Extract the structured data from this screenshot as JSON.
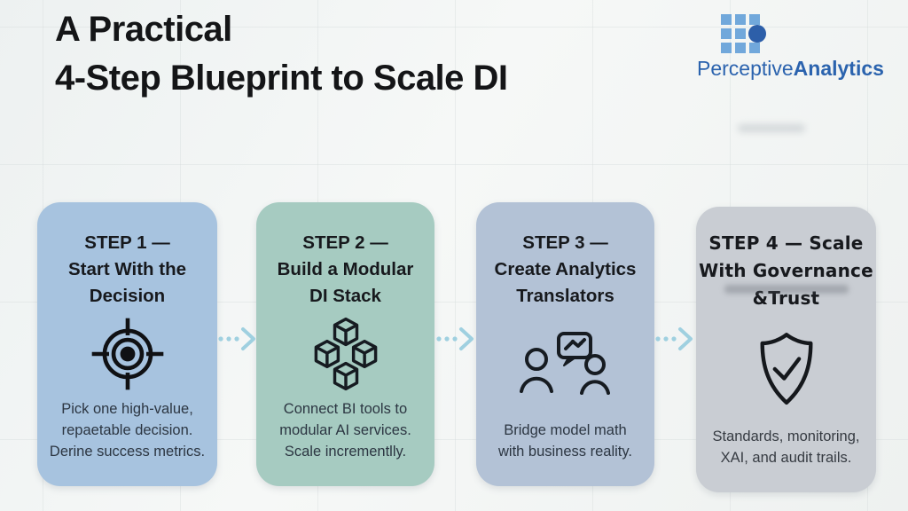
{
  "header": {
    "title": "A Practical\n4-Step Blueprint to Scale DI"
  },
  "logo": {
    "brand_regular": "Perceptive",
    "brand_bold": "Analytics",
    "text_color": "#2B63AE",
    "tile_color": "#71A8DB",
    "dot_color": "#2D5FA9"
  },
  "steps": [
    {
      "title": "STEP 1 —\nStart With the\nDecision",
      "icon": "target-icon",
      "body": "Pick one high-value,\nrepaetable decision.\nDerine success metrics.",
      "bg": "#A7C3DF"
    },
    {
      "title": "STEP 2 —\nBuild a Modular\nDI Stack",
      "icon": "cubes-icon",
      "body": "Connect BI tools to\nmodular AI services.\nScale incrementlly.",
      "bg": "#A6CBC1"
    },
    {
      "title": "STEP 3 —\nCreate Analytics\nTranslators",
      "icon": "people-chat-icon",
      "body": "Bridge model math\nwith business reality.",
      "bg": "#B3C2D6"
    },
    {
      "title": "STEP 4 — Scale\nWith Governance\n&Trust",
      "icon": "shield-check-icon",
      "body": "Standards, monitoring,\nXAI, and audit trails.",
      "bg": "#C9CDD3"
    }
  ],
  "connector": {
    "style": "dotted-arrow",
    "color": "#9FD0E0"
  }
}
